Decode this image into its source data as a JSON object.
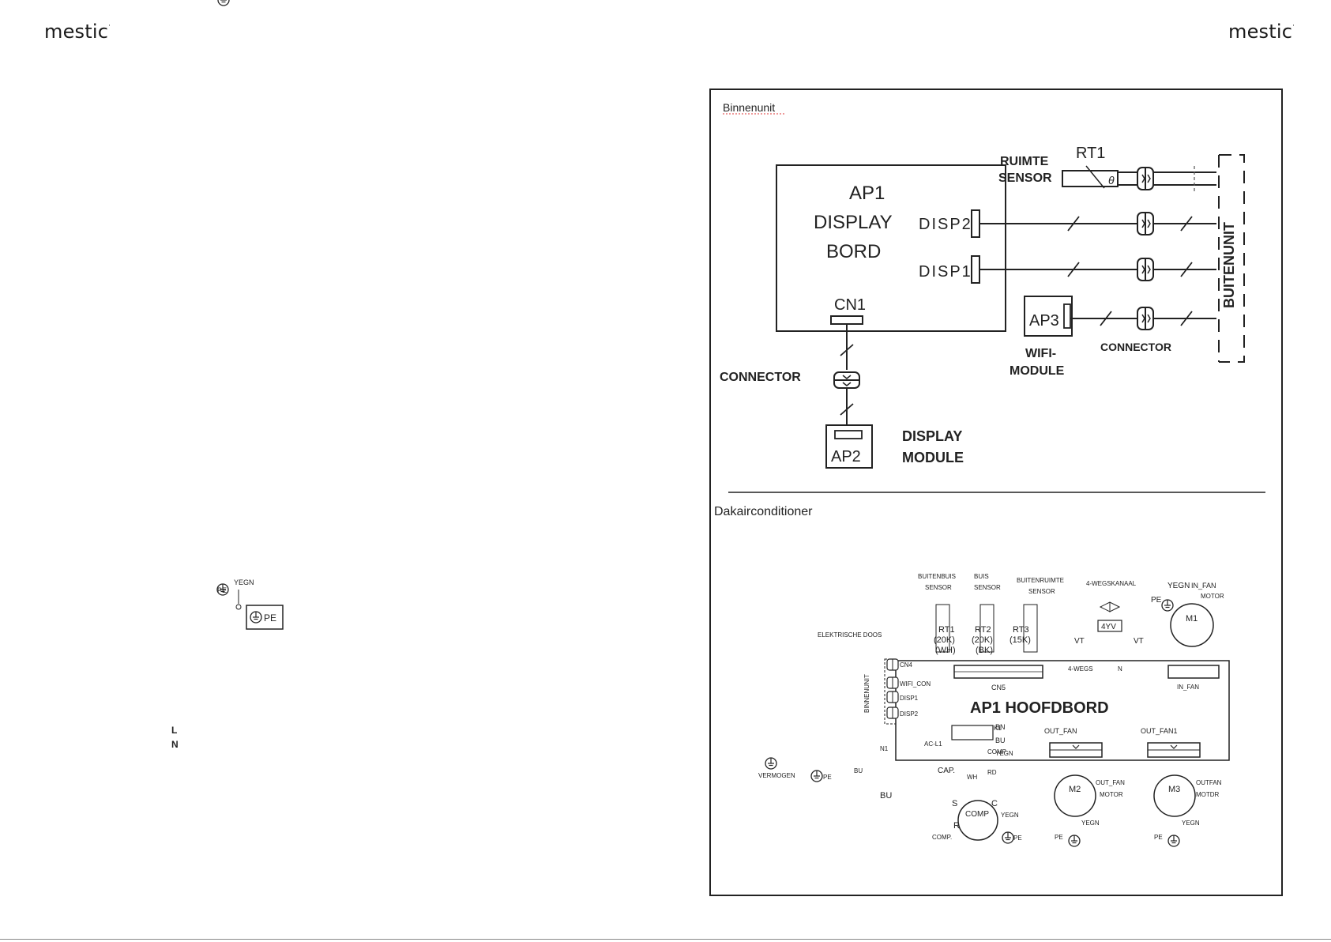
{
  "page": {
    "logo_left": "mestic",
    "logo_right": "mestic",
    "logo_mark": "·"
  },
  "indoor": {
    "section_title": "Binnenunit",
    "ap1_line1": "AP1",
    "ap1_line2": "DISPLAY",
    "ap1_line3": "BORD",
    "disp2": "DISP2",
    "disp1": "DISP1",
    "cn1": "CN1",
    "ruimte": "RUIMTE",
    "sensor": "SENSOR",
    "rt1": "RT1",
    "theta": "θ",
    "buitenunit": "BUITENUNIT",
    "ap3": "AP3",
    "wifi1": "WIFI-",
    "wifi2": "MODULE",
    "connector_right": "CONNECTOR",
    "connector_left": "CONNECTOR",
    "ap2": "AP2",
    "display1": "DISPLAY",
    "display2": "MODULE"
  },
  "roof": {
    "section_title": "Dakairconditioner",
    "main_board": "AP1 HOOFDBORD",
    "pe": "PE",
    "yegn": "YEGN",
    "elektrische_doos": "ELEKTRISCHE DOOS",
    "buitenbuis1": "BUITENBUIS",
    "buitenbuis2": "SENSOR",
    "buis1": "BUIS",
    "buis2": "SENSOR",
    "buitenruimte1": "BUITENRUIMTE",
    "buitenruimte2": "SENSOR",
    "rt1": "RT1",
    "rt1_val": "(20K)",
    "rt1_col": "(WH)",
    "rt2": "RT2",
    "rt2_val": "(20K)",
    "rt2_col": "(BK)",
    "rt3": "RT3",
    "rt3_val": "(15K)",
    "cn5": "CN5",
    "wegskanaal": "4-WEGSKANAAL",
    "yv": "4YV",
    "vt": "VT",
    "wegs": "4-WEGS",
    "n": "N",
    "in_fan": "IN_FAN",
    "motor": "MOTOR",
    "m1": "M1",
    "binnenunit": "BINNENUNIT",
    "cn4": "CN4",
    "wifi_con": "WIFI_CON",
    "disp1": "DISP1",
    "disp2": "DISP2",
    "bn": "BN",
    "bu": "BU",
    "l": "L",
    "n_label": "N",
    "vermogen": "VERMOGEN",
    "n1": "N1",
    "ac_l1": "AC-L1",
    "k1": "K1",
    "comp": "COMP",
    "cap": "CAP.",
    "wh": "WH",
    "rd": "RD",
    "s": "S",
    "c": "C",
    "r": "R",
    "comp_label": "COMP.",
    "out_fan": "OUT_FAN",
    "out_fan1": "OUT_FAN1",
    "m2": "M2",
    "m3": "M3",
    "out_fan_motor1": "OUT_FAN",
    "outfan_motor2": "OUTFAN",
    "motor_label": "MOTOR",
    "motdr": "MOTDR"
  }
}
